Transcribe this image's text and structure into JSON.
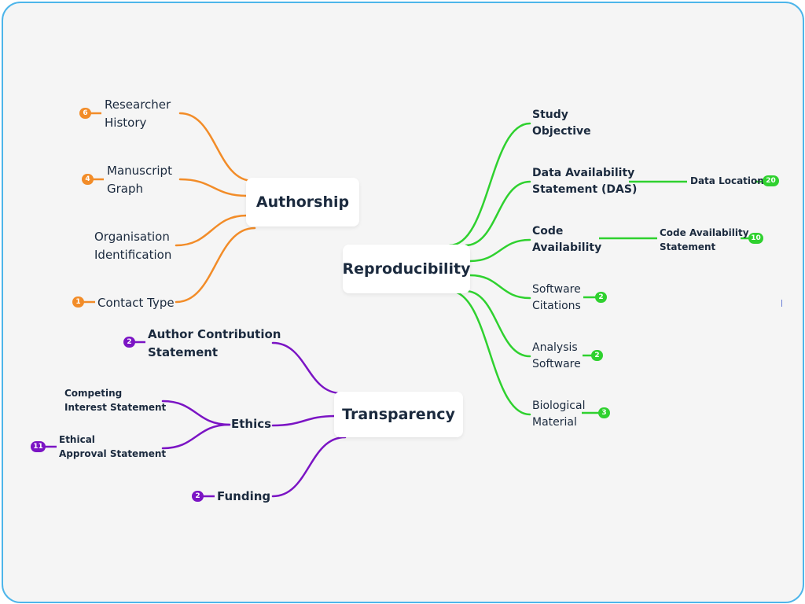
{
  "colors": {
    "authorship": "#f28c28",
    "reproducibility": "#2fd12f",
    "transparency": "#7b14c4"
  },
  "authorship": {
    "title": "Authorship",
    "researcher_history": "Researcher\nHistory",
    "researcher_history_count": "6",
    "manuscript_graph": "Manuscript\nGraph",
    "manuscript_graph_count": "4",
    "organisation_identification": "Organisation\nIdentification",
    "contact_type": "Contact Type",
    "contact_type_count": "1"
  },
  "reproducibility": {
    "title": "Reproducibility",
    "study_objective": "Study\nObjective",
    "das": "Data Availability\nStatement (DAS)",
    "data_location": "Data Location",
    "data_location_count": "20",
    "code_availability": "Code\nAvailability",
    "code_availability_statement": "Code Availability\nStatement",
    "code_availability_statement_count": "10",
    "software_citations": "Software\nCitations",
    "software_citations_count": "2",
    "analysis_software": "Analysis\nSoftware",
    "analysis_software_count": "2",
    "biological_material": "Biological\nMaterial",
    "biological_material_count": "3"
  },
  "transparency": {
    "title": "Transparency",
    "author_contribution": "Author Contribution\nStatement",
    "author_contribution_count": "2",
    "ethics": "Ethics",
    "competing_interest": "Competing\nInterest Statement",
    "ethical_approval": "Ethical\nApproval Statement",
    "ethical_approval_count": "11",
    "funding": "Funding",
    "funding_count": "2"
  }
}
